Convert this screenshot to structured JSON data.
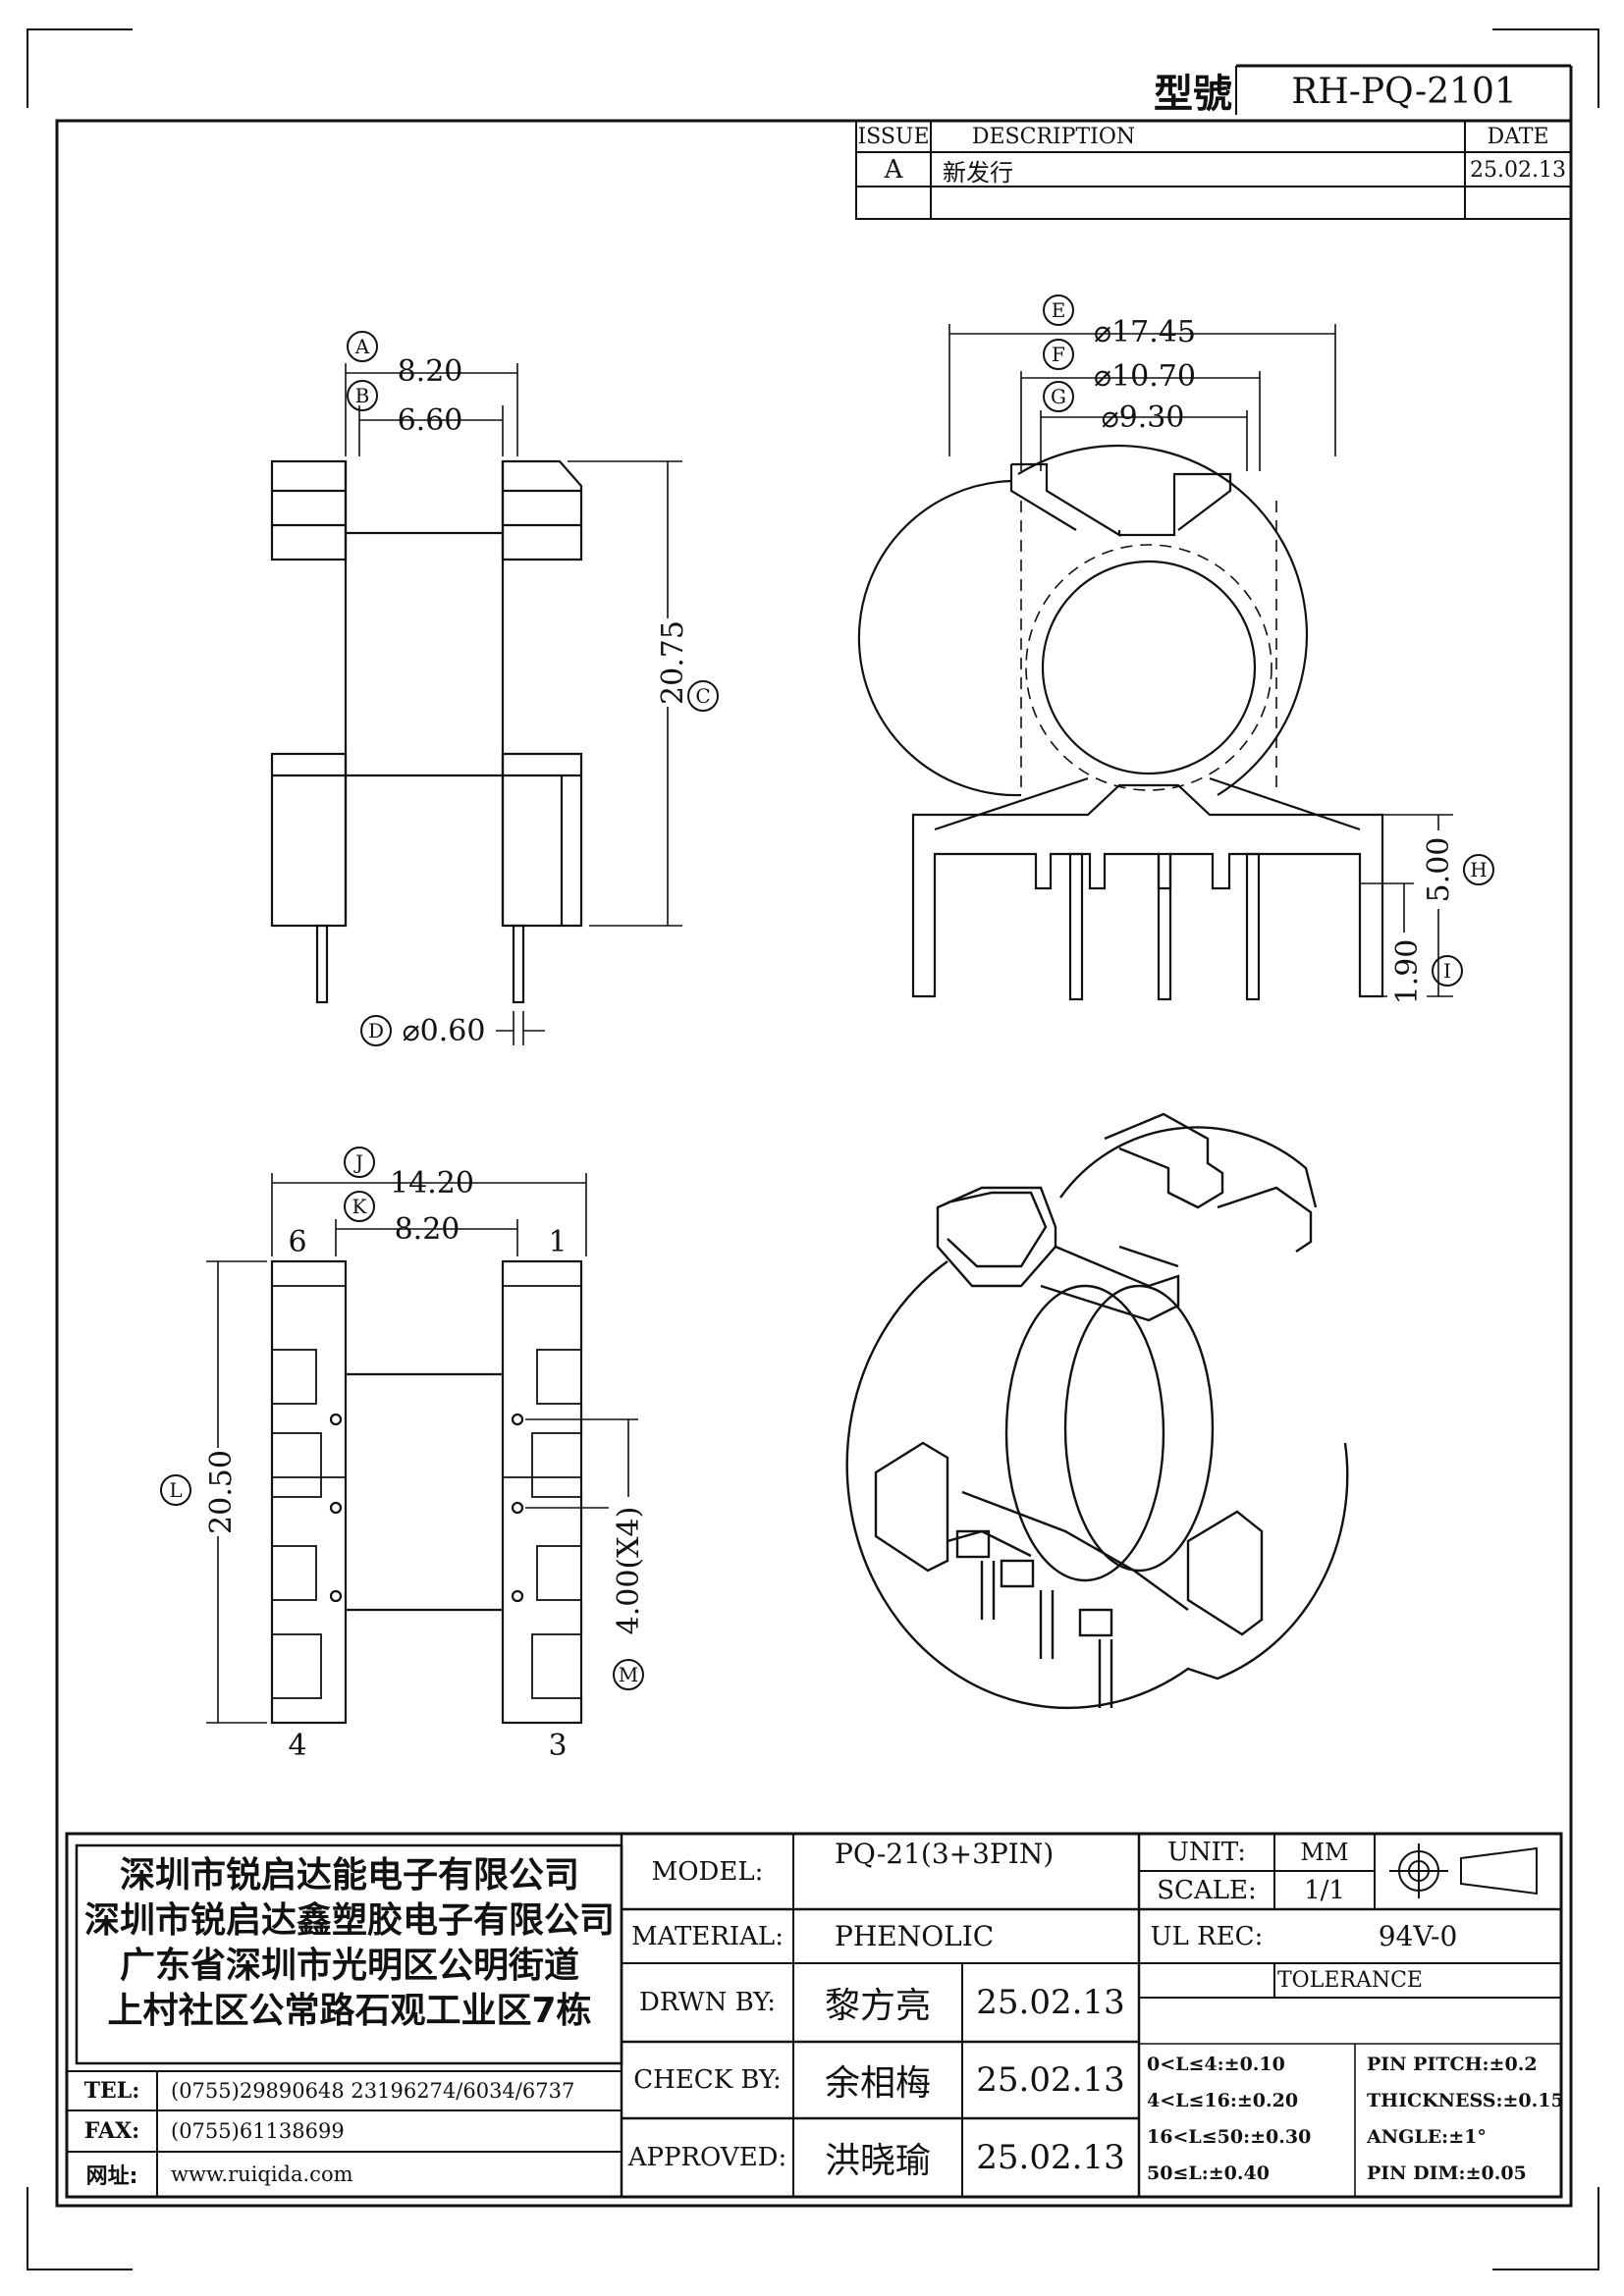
{
  "header": {
    "model_label": "型號",
    "model_number": "RH-PQ-2101"
  },
  "revision_table": {
    "headers": {
      "issue": "ISSUE",
      "description": "DESCRIPTION",
      "date": "DATE"
    },
    "rows": [
      {
        "issue": "A",
        "description": "新发行",
        "date": "25.02.13"
      }
    ]
  },
  "dimensions": {
    "A": {
      "label": "A",
      "value": "8.20"
    },
    "B": {
      "label": "B",
      "value": "6.60"
    },
    "C": {
      "label": "C",
      "value": "20.75"
    },
    "D": {
      "label": "D",
      "value": "⌀0.60"
    },
    "E": {
      "label": "E",
      "value": "⌀17.45"
    },
    "F": {
      "label": "F",
      "value": "⌀10.70"
    },
    "G": {
      "label": "G",
      "value": "⌀9.30"
    },
    "H": {
      "label": "H",
      "value": "5.00"
    },
    "I": {
      "label": "I",
      "value": "1.90"
    },
    "J": {
      "label": "J",
      "value": "14.20"
    },
    "K": {
      "label": "K",
      "value": "8.20"
    },
    "L": {
      "label": "L",
      "value": "20.50"
    },
    "M": {
      "label": "M",
      "value": "4.00(X4)"
    }
  },
  "pin_numbers": {
    "top_left": "6",
    "top_right": "1",
    "bottom_left": "4",
    "bottom_right": "3"
  },
  "company": {
    "lines": [
      "深圳市锐启达能电子有限公司",
      "深圳市锐启达鑫塑胶电子有限公司",
      "广东省深圳市光明区公明街道",
      "上村社区公常路石观工业区7栋"
    ],
    "tel_label": "TEL:",
    "tel_value": "(0755)29890648   23196274/6034/6737",
    "fax_label": "FAX:",
    "fax_value": "(0755)61138699",
    "web_label": "网址:",
    "web_value": "www.ruiqida.com"
  },
  "title_block": {
    "model_label": "MODEL:",
    "model_value": "PQ-21(3+3PIN)",
    "material_label": "MATERIAL:",
    "material_value": "PHENOLIC",
    "drawn_label": "DRWN BY:",
    "drawn_name": "黎方亮",
    "drawn_date": "25.02.13",
    "check_label": "CHECK BY:",
    "check_name": "余相梅",
    "check_date": "25.02.13",
    "approved_label": "APPROVED:",
    "approved_name": "洪晓瑜",
    "approved_date": "25.02.13",
    "unit_label": "UNIT:",
    "unit_value": "MM",
    "scale_label": "SCALE:",
    "scale_value": "1/1",
    "ul_label": "UL REC:",
    "ul_value": "94V-0",
    "tolerance_title": "TOLERANCE",
    "tolerance_left": [
      "0<L≤4:±0.10",
      "4<L≤16:±0.20",
      "16<L≤50:±0.30",
      "50≤L:±0.40"
    ],
    "tolerance_right": [
      "PIN PITCH:±0.2",
      "THICKNESS:±0.15",
      "ANGLE:±1°",
      "PIN DIM:±0.05"
    ]
  }
}
